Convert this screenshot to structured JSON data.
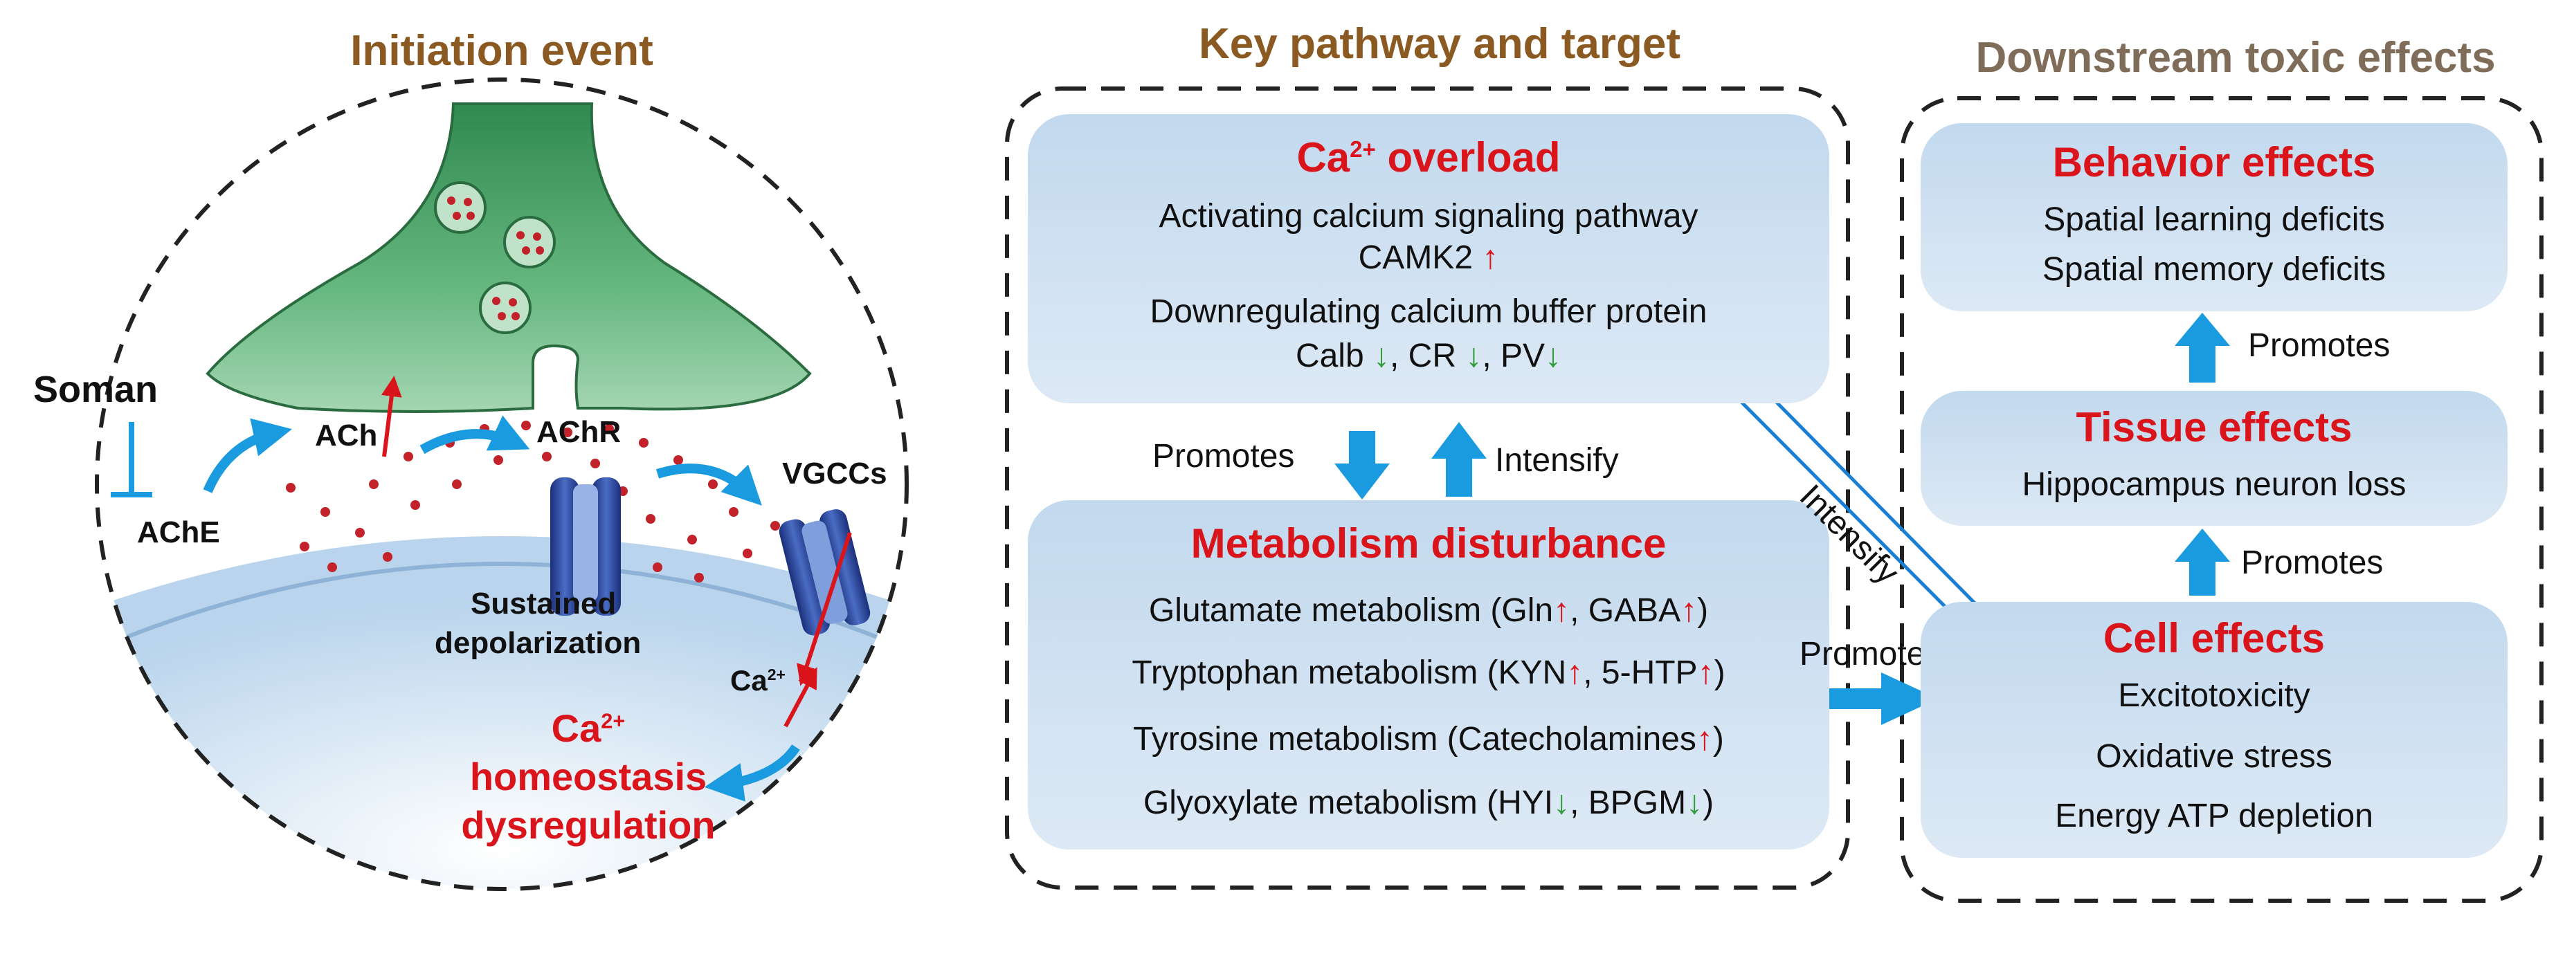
{
  "initiation": {
    "title": "Initiation event",
    "soman": "Soman",
    "ache": "AChE",
    "ach": "ACh",
    "achr": "AChR",
    "vgccs": "VGCCs",
    "sustained": "Sustained",
    "depolarization": "depolarization",
    "ca": "Ca",
    "ca_sup": "2+",
    "homeo_ca": "Ca",
    "homeo_sup": "2+",
    "homeo_line1": "homeostasis",
    "homeo_line2": "dysregulation"
  },
  "key": {
    "title": "Key pathway and target",
    "overload": {
      "title_ca": "Ca",
      "title_sup": "2+",
      "title_rest": " overload",
      "line1": "Activating calcium signaling pathway",
      "line2": "CAMK2",
      "line3": "Downregulating calcium buffer protein",
      "calb": "Calb",
      "cr": ", CR",
      "pv": ", PV"
    },
    "promotes": "Promotes",
    "intensify": "Intensify",
    "metabolism": {
      "title": "Metabolism disturbance",
      "glu_a": "Glutamate metabolism (Gln",
      "glu_b": ", GABA",
      "glu_c": ")",
      "trp_a": "Tryptophan metabolism (KYN",
      "trp_b": ", 5-HTP",
      "trp_c": ")",
      "tyr_a": "Tyrosine metabolism (Catecholamines",
      "tyr_c": ")",
      "gly_a": "Glyoxylate metabolism (HYI",
      "gly_b": ", BPGM",
      "gly_c": ")"
    }
  },
  "cross": {
    "intensify": "Intensify",
    "promotes": "Promotes"
  },
  "downstream": {
    "title": "Downstream toxic effects",
    "behavior": {
      "title": "Behavior effects",
      "line1": "Spatial learning deficits",
      "line2": "Spatial memory deficits"
    },
    "promotes_top": "Promotes",
    "tissue": {
      "title": "Tissue effects",
      "line1": "Hippocampus neuron loss"
    },
    "promotes_bottom": "Promotes",
    "cell": {
      "title": "Cell effects",
      "line1": "Excitotoxicity",
      "line2": "Oxidative stress",
      "line3": "Energy ATP depletion"
    }
  },
  "arrows": {
    "up": "↑",
    "down": "↓"
  },
  "colors": {
    "red": "#d9141b",
    "green": "#2f9e3a",
    "brown": "#8b5a22",
    "grey_brown": "#7f6d5a",
    "blue_arrow": "#1a9be0",
    "panel": "#c2d9ee"
  }
}
